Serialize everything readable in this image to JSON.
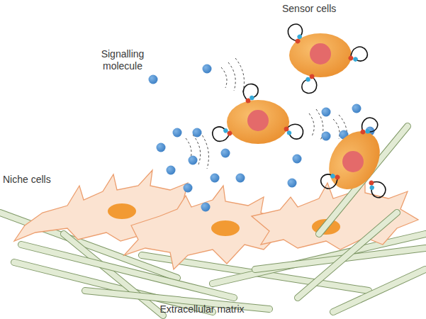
{
  "diagram": {
    "labels": [
      "Sensor cells",
      "Signalling molecule",
      "Niche cells",
      "Extracellular matrix"
    ]
  }
}
